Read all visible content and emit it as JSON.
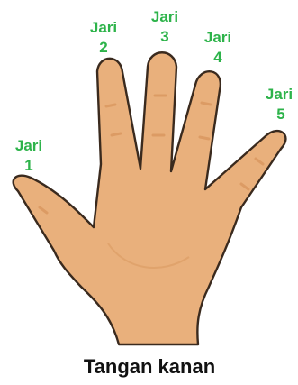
{
  "labels": {
    "finger_1": {
      "word": "Jari",
      "number": "1"
    },
    "finger_2": {
      "word": "Jari",
      "number": "2"
    },
    "finger_3": {
      "word": "Jari",
      "number": "3"
    },
    "finger_4": {
      "word": "Jari",
      "number": "4"
    },
    "finger_5": {
      "word": "Jari",
      "number": "5"
    }
  },
  "caption": "Tangan kanan",
  "colors": {
    "label": "#2db34a",
    "skin": "#e9b07c",
    "skin_shadow": "#d8955c",
    "outline": "#3a2a1e",
    "caption": "#111111"
  }
}
